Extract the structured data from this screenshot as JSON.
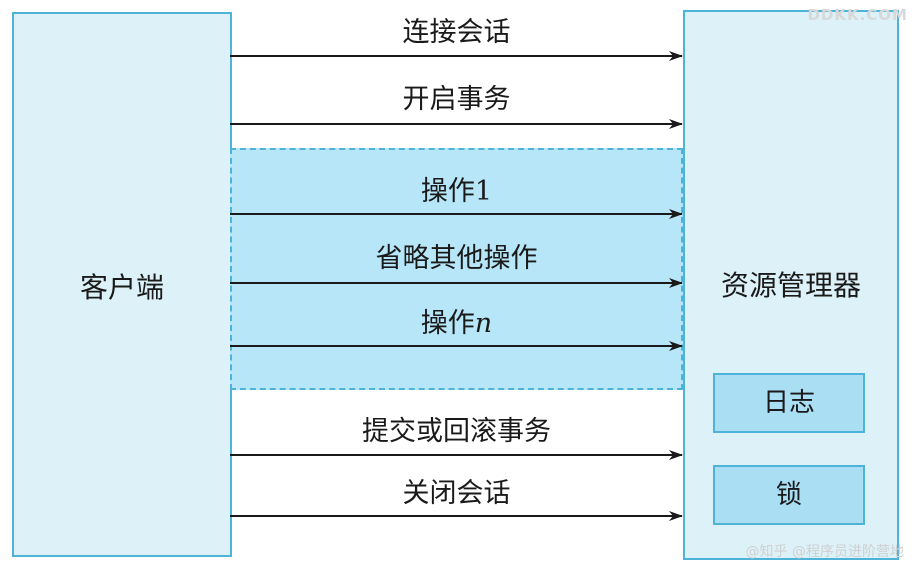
{
  "client": {
    "label": "客户端"
  },
  "resource_manager": {
    "label": "资源管理器",
    "log_label": "日志",
    "lock_label": "锁"
  },
  "messages": {
    "connect": "连接会话",
    "begin": "开启事务",
    "op1_prefix": "操作",
    "op1_suffix": "1",
    "others": "省略其他操作",
    "opn_prefix": "操作",
    "opn_suffix": "n",
    "commit": "提交或回滚事务",
    "close": "关闭会话"
  },
  "watermark": {
    "top": "DDKK.COM",
    "bottom": "@知乎 @程序员进阶营地"
  },
  "colors": {
    "box_fill": "#dcf1f8",
    "border": "#4eb3d9",
    "region_fill": "#b6e6f7",
    "subbox_fill": "#a9def3",
    "arrow": "#1a1a1a"
  }
}
